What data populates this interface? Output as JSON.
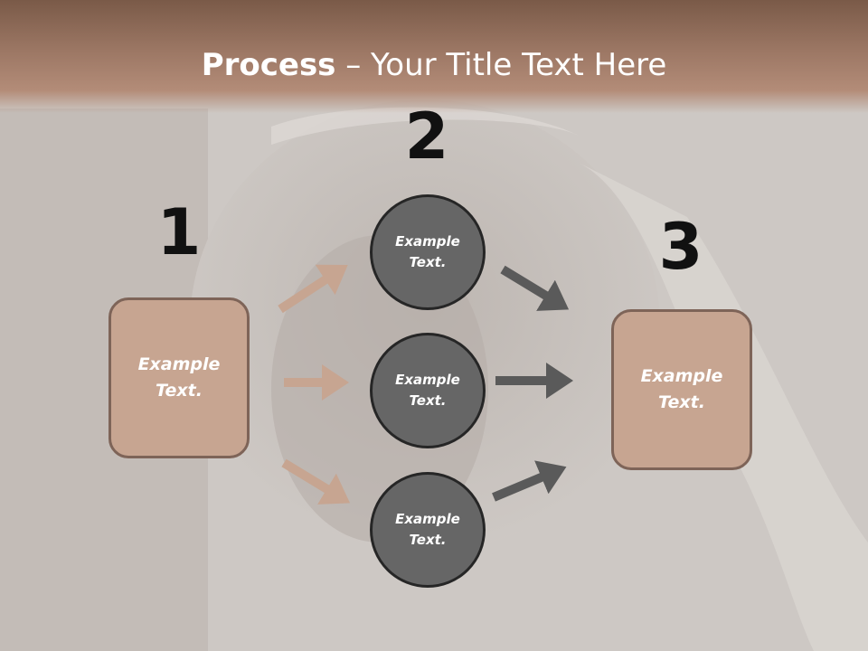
{
  "header": {
    "title_bold": "Process",
    "title_rest": " – Your Title Text Here"
  },
  "steps": {
    "one": "1",
    "two": "2",
    "three": "3"
  },
  "left_box": {
    "text": "Example Text."
  },
  "right_box": {
    "text": "Example Text."
  },
  "circles": [
    {
      "text": "Example Text."
    },
    {
      "text": "Example Text."
    },
    {
      "text": "Example Text."
    }
  ],
  "colors": {
    "header": "#9c7764",
    "box_fill": "#c7a591",
    "box_border": "#7e6458",
    "circle_fill": "#666666",
    "circle_border": "#262626",
    "arrow_left": "#c7a591",
    "arrow_right": "#5a5a5a"
  }
}
